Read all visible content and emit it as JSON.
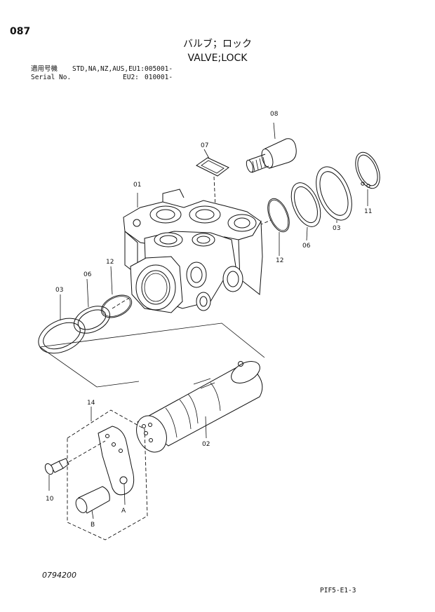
{
  "header": {
    "page_number": "087",
    "title_jp": "バルブ；ロック",
    "title_en": "VALVE;LOCK",
    "applicable_label": "適用号機",
    "serial_label": "Serial No.",
    "models_eu1": "STD,NA,NZ,AUS,EU1:",
    "models_eu2": "EU2:",
    "serial_eu1": "005001-",
    "serial_eu2": "010001-"
  },
  "parts": {
    "p01": "01",
    "p02": "02",
    "p03_left": "03",
    "p03_right": "03",
    "p06_left": "06",
    "p06_right": "06",
    "p07": "07",
    "p08": "08",
    "p10": "10",
    "p11": "11",
    "p12_left": "12",
    "p12_right": "12",
    "p14": "14",
    "pA": "A",
    "pB": "B"
  },
  "footer": {
    "drawing_code": "0794200",
    "sheet_code": "PIF5-E1-3"
  }
}
